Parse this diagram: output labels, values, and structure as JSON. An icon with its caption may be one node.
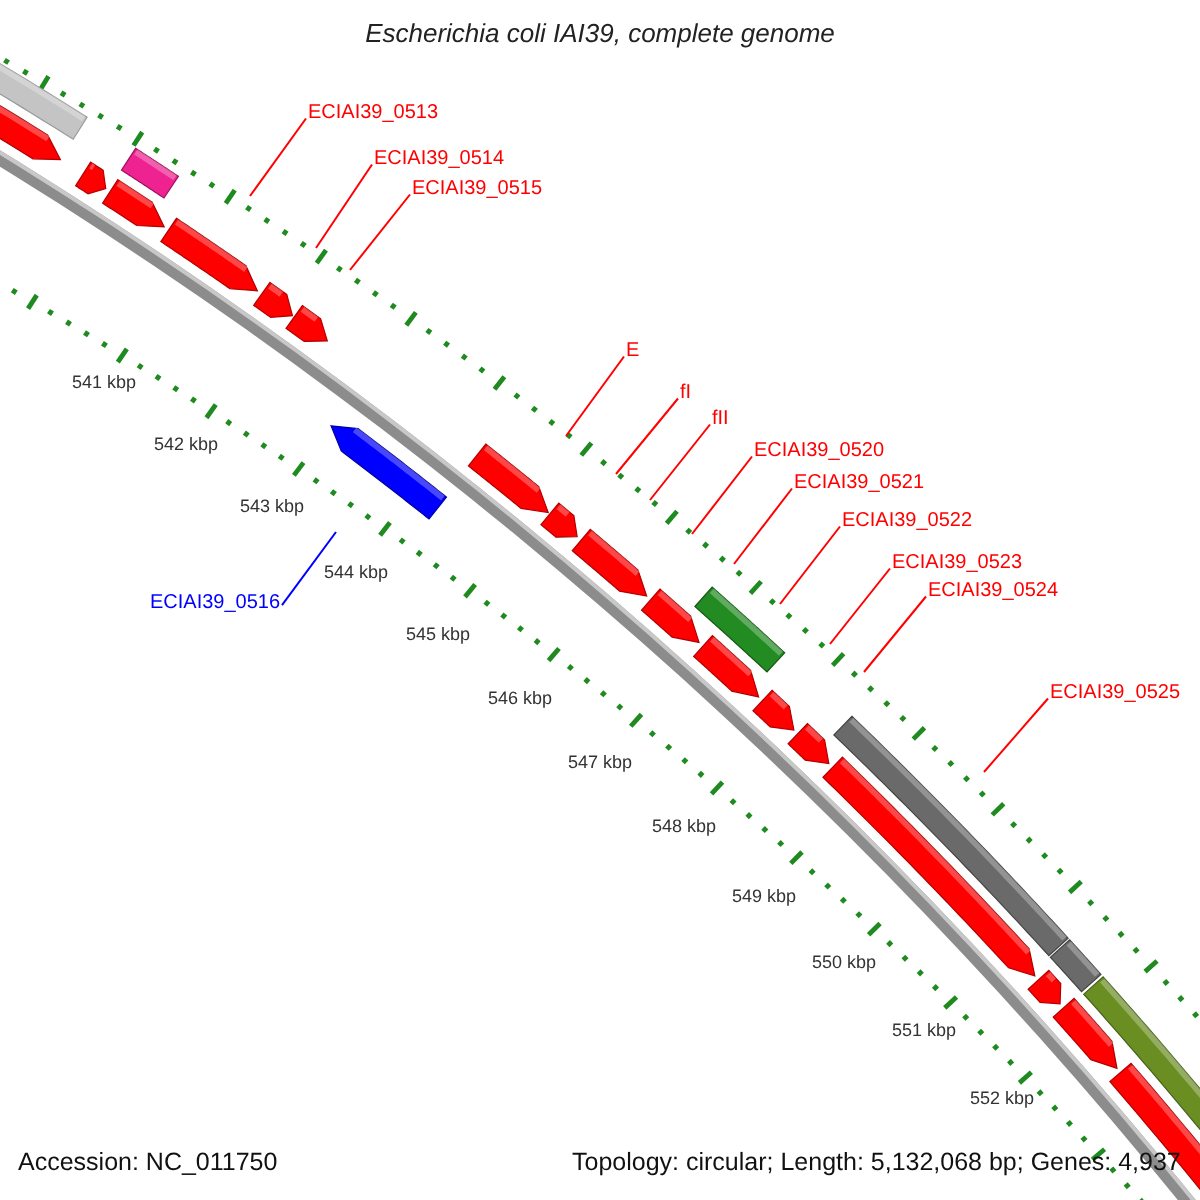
{
  "diagram": {
    "title": "Escherichia coli IAI39, complete genome",
    "nodes": [
      {
        "text": [
          "ECIAI39_0513"
        ]
      },
      {
        "text": [
          "ECIAI39_0514"
        ]
      },
      {
        "text": [
          "ECIAI39_0515"
        ]
      },
      {
        "text": [
          "E"
        ]
      },
      {
        "text": [
          "fI"
        ]
      },
      {
        "text": [
          "fII"
        ]
      },
      {
        "text": [
          "ECIAI39_0520"
        ]
      },
      {
        "text": [
          "ECIAI39_0521"
        ]
      },
      {
        "text": [
          "ECIAI39_0522"
        ]
      },
      {
        "text": [
          "ECIAI39_0523"
        ]
      },
      {
        "text": [
          "ECIAI39_0524"
        ]
      },
      {
        "text": [
          "ECIAI39_0525"
        ]
      },
      {
        "text": [
          "ECIAI39_0516"
        ]
      }
    ],
    "edges": [
      {
        "from": 0,
        "to": null,
        "arrow": "none"
      },
      {
        "from": 1,
        "to": null,
        "arrow": "none"
      },
      {
        "from": 2,
        "to": null,
        "arrow": "none"
      },
      {
        "from": 3,
        "to": null,
        "arrow": "none"
      },
      {
        "from": 4,
        "to": null,
        "arrow": "none"
      },
      {
        "from": 5,
        "to": null,
        "arrow": "none"
      },
      {
        "from": 6,
        "to": null,
        "arrow": "none"
      },
      {
        "from": 7,
        "to": null,
        "arrow": "none"
      },
      {
        "from": 8,
        "to": null,
        "arrow": "none"
      },
      {
        "from": 9,
        "to": null,
        "arrow": "none"
      },
      {
        "from": 10,
        "to": null,
        "arrow": "none"
      },
      {
        "from": 11,
        "to": null,
        "arrow": "none"
      },
      {
        "from": 12,
        "to": null,
        "arrow": "none",
        "color": "#0000ff"
      }
    ],
    "labels": [
      "541 kbp",
      "542 kbp",
      "543 kbp",
      "544 kbp",
      "545 kbp",
      "546 kbp",
      "547 kbp",
      "548 kbp",
      "549 kbp",
      "550 kbp",
      "551 kbp",
      "552 kbp",
      "Accession: NC_011750",
      "Topology: circular; Length: 5,132,068 bp; Genes: 4,937"
    ]
  }
}
